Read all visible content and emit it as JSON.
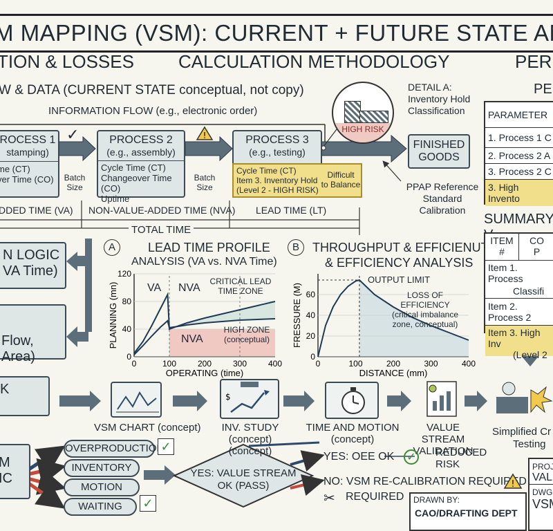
{
  "title": "M MAPPING (VSM): CURRENT + FUTURE STATE ANALYSIS",
  "sections": {
    "left": "TION & LOSSES",
    "middle": "CALCULATION METHODOLOGY",
    "right": "PERF"
  },
  "flow_heading": "W & DATA (CURRENT STATE conceptual, not copy)",
  "info_flow": "INFORMATION FLOW (e.g., electronic order)",
  "detail": {
    "line1": "DETAIL A:",
    "line2": "Inventory Hold",
    "line3": "Classification",
    "risk": "HIGH RISK"
  },
  "process1": {
    "title": "ROCESS 1",
    "sub": "stamping)",
    "ct": "me (CT)",
    "co": "ver Time (CO)"
  },
  "process2": {
    "title": "PROCESS 2",
    "sub": "(e.g., assembly)",
    "ct": "Cycle Time (CT)",
    "co": "Changeover Time (CO)",
    "up": "Uptime"
  },
  "process3": {
    "title": "PROCESS 3",
    "sub": "(e.g., testing)",
    "ct": "Cycle Time (CT)",
    "hold1": "Item 3. Inventory Hold",
    "hold2": "(Level 2 - HIGH RISK)",
    "difficult1": "Difficult",
    "difficult2": "to Balance"
  },
  "batch": {
    "line1": "Batch",
    "line2": "Size"
  },
  "finished": {
    "line1": "FINISHED",
    "line2": "GOODS"
  },
  "ppap": {
    "line1": "PPAP Reference",
    "line2": "Standard",
    "line3": "Calibration"
  },
  "timeline": {
    "va": "DDED TIME (VA)",
    "nva": "NON-VALUE-ADDED TIME (NVA)",
    "lt": "LEAD TIME (LT)",
    "total": "TOTAL TIME"
  },
  "logic": {
    "line1": "N LOGIC",
    "line2": "VA Time)",
    "line3": "Flow, Area)"
  },
  "chartA": {
    "badge": "A",
    "title1": "LEAD TIME PROFILE",
    "title2": "ANALYSIS (VA vs. NVA Time)",
    "va": "VA",
    "nva": "NVA",
    "nva2": "NVA",
    "critical1": "CRITICAL LEAD",
    "critical2": "TIME ZONE",
    "high1": "HIGH ZONE",
    "high2": "(conceptual)"
  },
  "chartB": {
    "badge": "B",
    "title1": "THROUGHPUT & EFFICIENUT",
    "title2": "& EFFICIENCY ANALYSIS",
    "limit": "OUTPUT LIMIT",
    "loss1": "LOSS OF EFFICIENCY",
    "loss2": "(critical imbalance",
    "loss3": "zone, conceptual)"
  },
  "chart_data": [
    {
      "type": "line",
      "xlabel": "OPERATING (time)",
      "ylabel": "PLANNING (mn)",
      "xlim": [
        0,
        400
      ],
      "ylim": [
        0,
        120
      ],
      "xticks": [
        "0",
        "100",
        "200",
        "300",
        "400"
      ],
      "yticks": [
        "0",
        "40",
        "80",
        "120"
      ],
      "series": [
        {
          "x": [
            0,
            25,
            50,
            75,
            95,
            100,
            150,
            200,
            250,
            300,
            350,
            400
          ],
          "y": [
            5,
            22,
            45,
            70,
            90,
            40,
            49,
            56,
            62,
            68,
            74,
            80
          ]
        },
        {
          "x": [
            0,
            25,
            50,
            75,
            95,
            100,
            150,
            200,
            250,
            300,
            350,
            400
          ],
          "y": [
            3,
            16,
            30,
            43,
            52,
            42,
            46,
            49,
            51,
            53,
            54,
            55
          ]
        }
      ]
    },
    {
      "type": "line",
      "xlabel": "DISTANCE (mm)",
      "ylabel": "FRESSURE (M)",
      "xlim": [
        0,
        400
      ],
      "ylim": [
        0,
        80
      ],
      "xticks": [
        "0",
        "100",
        "200",
        "300",
        "400"
      ],
      "yticks": [
        "0",
        "20",
        "40",
        "60"
      ],
      "series": [
        {
          "x": [
            0,
            20,
            40,
            60,
            80,
            100,
            110,
            150,
            200,
            250,
            300,
            350,
            400
          ],
          "y": [
            0,
            30,
            48,
            60,
            68,
            73,
            74,
            60,
            48,
            38,
            30,
            23,
            16
          ]
        }
      ]
    }
  ],
  "tools": {
    "left": "K",
    "vsm": "VSM CHART (concept)",
    "inv1": "INV. STUDY (concept)",
    "inv2": "(concept)",
    "tm1": "TIME AND MOTION",
    "tm2": "(concept)",
    "val1": "VALUE STREAM",
    "val2": "VALIDATION",
    "crash1": "Simplified Cr",
    "crash2": "Testing"
  },
  "wastes": {
    "logic1": "M",
    "logic2": "IC",
    "items": [
      "OVERPRODUCTION",
      "INVENTORY",
      "MOTION",
      "WAITING"
    ]
  },
  "decision": {
    "line1": "YES: VALUE STREAM",
    "line2": "OK (PASS)"
  },
  "outcomes": {
    "yes": "YES: OEE OK",
    "reduced1": "REDUCED",
    "reduced2": "RISK",
    "no": "NO: VSM RE-CALIBRATION REQUIRED",
    "required": "REQUIRED"
  },
  "titleblock": {
    "drawn": "DRAWN BY:",
    "dept": "CAO/DRAFTING DEPT",
    "proj": "PROJ",
    "valu": "VALU",
    "dwg": "DWG",
    "vsm": "VSM"
  },
  "perf_table": {
    "heading": "PE",
    "col1": "PARAMETER",
    "rows": [
      "1. Process 1 C",
      "2. Process 2 A",
      "3. Process 2 C",
      "3. High Invento"
    ]
  },
  "summary": {
    "heading": "SUMMARY V",
    "col1": "ITEM",
    "col1b": "#",
    "col2": "CO",
    "col2b": "P",
    "rows": [
      "Item 1. Process",
      "Classifi",
      "Item 2. Process 2",
      "Item 3. High Inv",
      "(Level 2"
    ]
  },
  "colors": {
    "accent_yellow": "#f2df8c",
    "risk_pink": "#f0c9c3",
    "box_fill": "#dfe7e6",
    "ink": "#1f2a33"
  }
}
